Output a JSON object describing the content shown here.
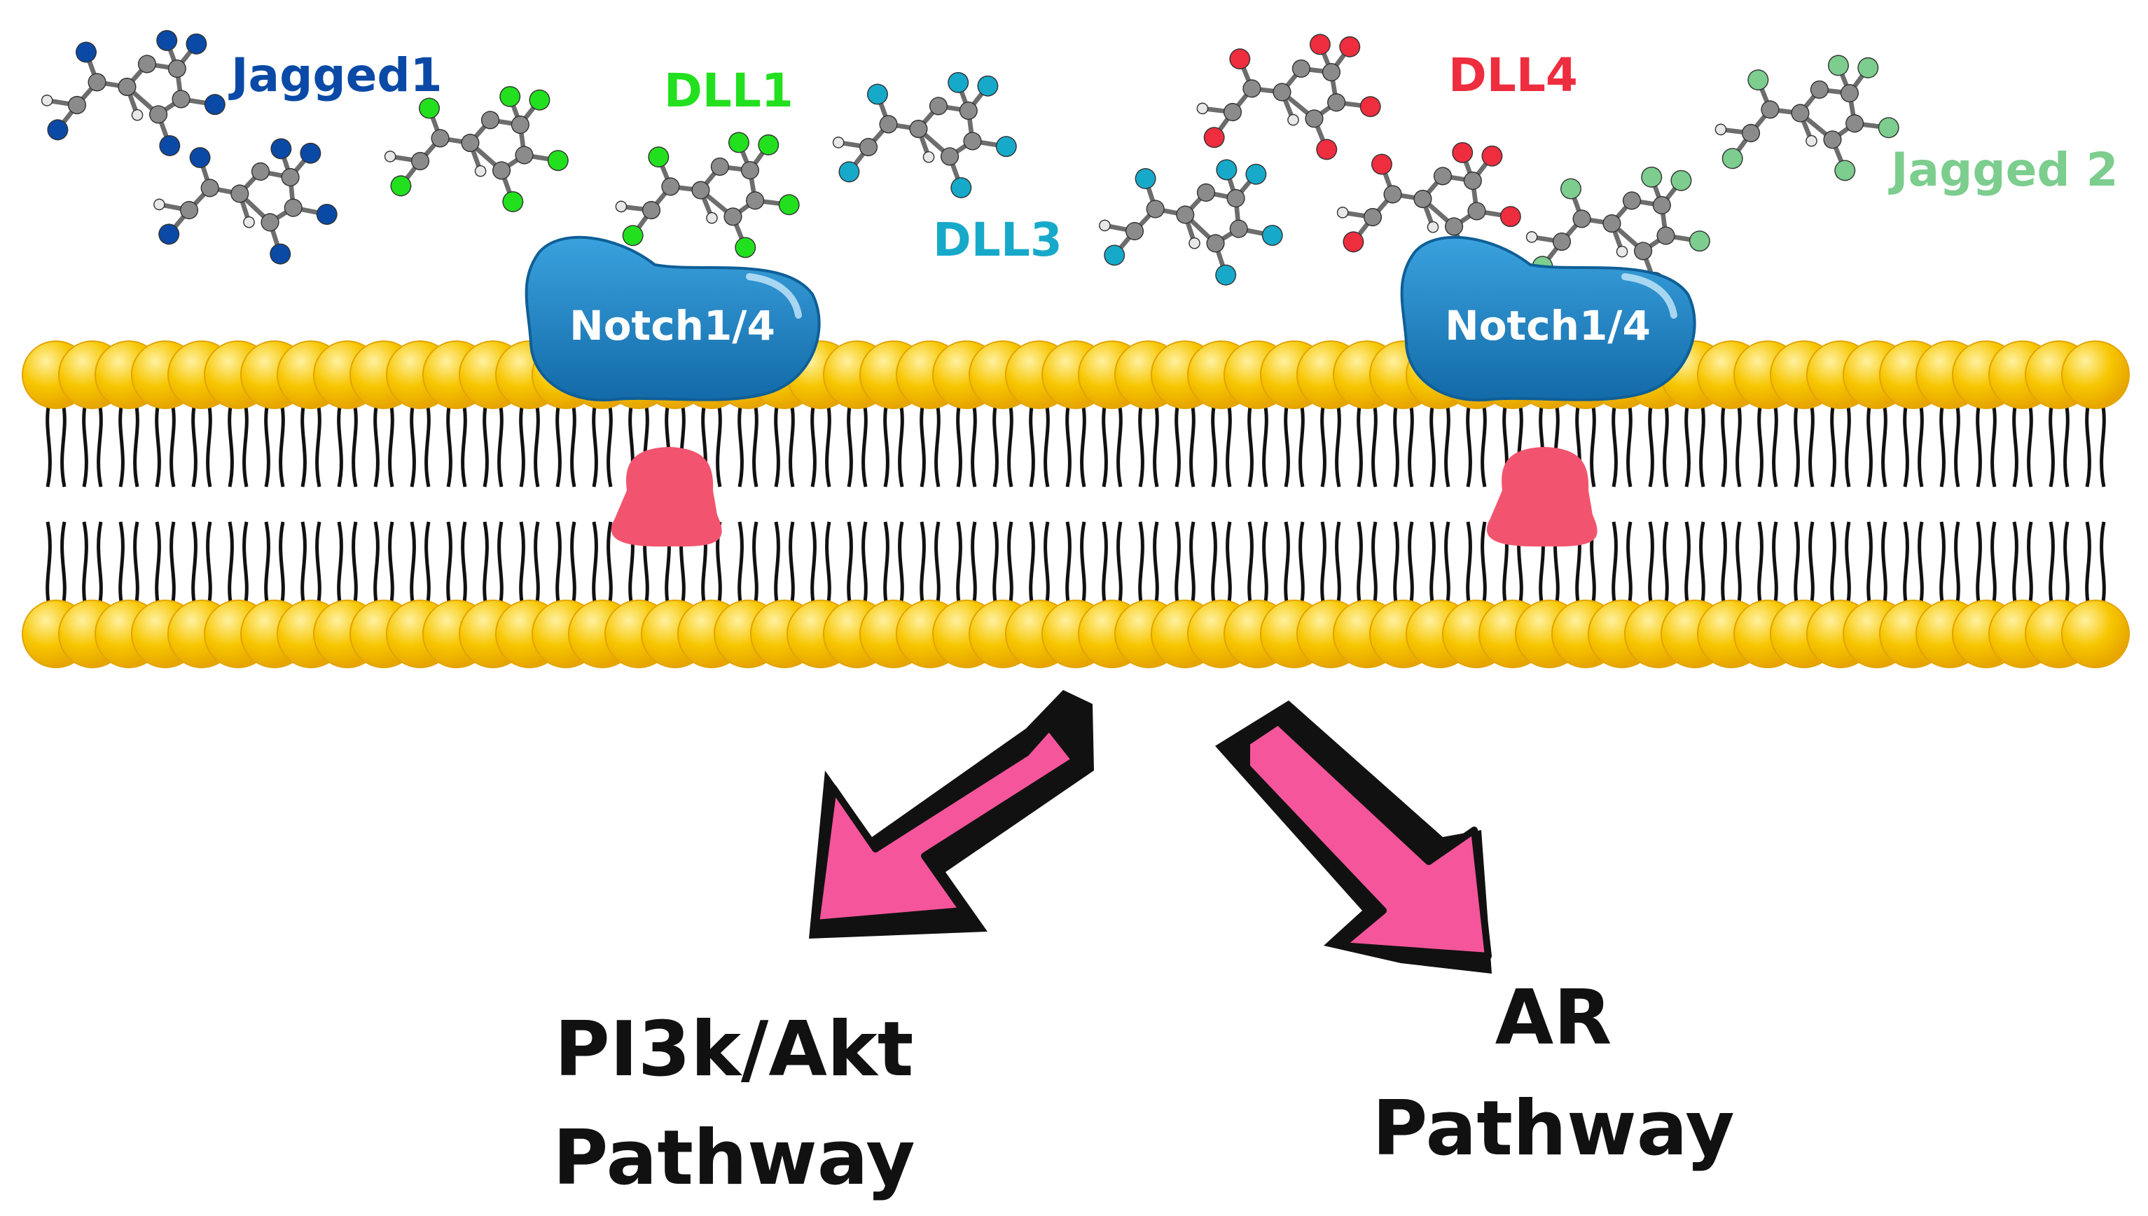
{
  "ligands": [
    {
      "id": "jagged1",
      "label": "Jagged1",
      "color": "#0a4aa6"
    },
    {
      "id": "dll1",
      "label": "DLL1",
      "color": "#22e01e"
    },
    {
      "id": "dll3",
      "label": "DLL3",
      "color": "#17a9c9"
    },
    {
      "id": "dll4",
      "label": "DLL4",
      "color": "#ee2d3f"
    },
    {
      "id": "jagged2",
      "label": "Jagged 2",
      "color": "#7ccd8e"
    }
  ],
  "receptors": [
    {
      "id": "left",
      "label": "Notch1/4"
    },
    {
      "id": "right",
      "label": "Notch1/4"
    }
  ],
  "pathways": {
    "left": {
      "line1": "PI3k/Akt",
      "line2": "Pathway"
    },
    "right": {
      "line1": "AR",
      "line2": "Pathway"
    }
  },
  "colors": {
    "lipid_head": "#f7c600",
    "lipid_head_light": "#ffe97a",
    "receptor": "#1e7fc1",
    "receptor_dark": "#0f5f97",
    "channel": "#f2546f",
    "arrow_fill": "#f5559b",
    "arrow_outline": "#111111",
    "atom_carbon": "#8b8b8b"
  }
}
